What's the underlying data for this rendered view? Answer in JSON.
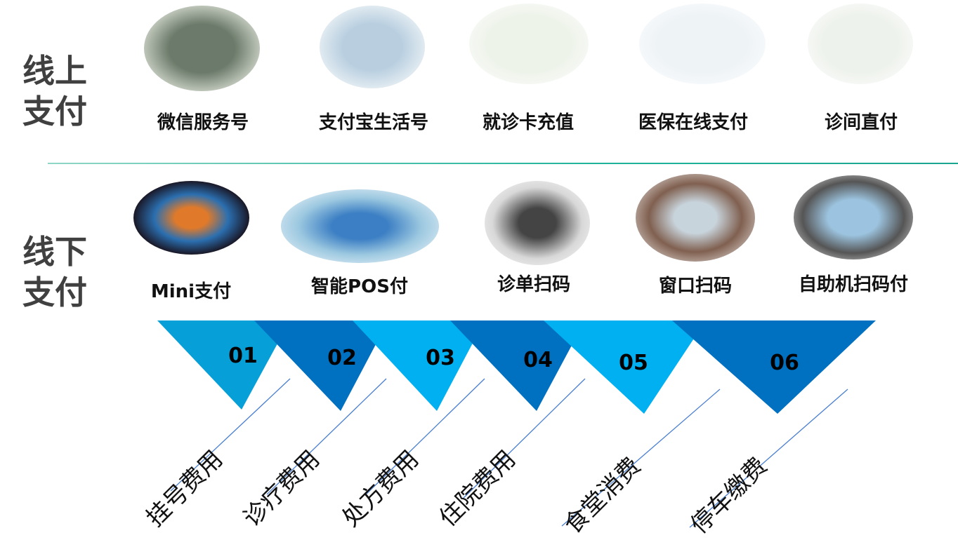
{
  "online": {
    "title": "线上支付",
    "items": [
      {
        "label": "微信服务号",
        "icon": "wechat-payment-photo"
      },
      {
        "label": "支付宝生活号",
        "icon": "alipay-photo"
      },
      {
        "label": "就诊卡充值",
        "icon": "card-recharge-screenshot"
      },
      {
        "label": "医保在线支付",
        "icon": "insurance-payment-screenshot"
      },
      {
        "label": "诊间直付",
        "icon": "clinic-direct-pay-screenshot"
      }
    ]
  },
  "offline": {
    "title": "线下支付",
    "items": [
      {
        "label": "Mini支付",
        "icon": "mini-tablet-photo"
      },
      {
        "label": "智能POS付",
        "icon": "pos-terminal-photo"
      },
      {
        "label": "诊单扫码",
        "icon": "bill-scan-photo"
      },
      {
        "label": "窗口扫码",
        "icon": "window-scan-photo"
      },
      {
        "label": "自助机扫码付",
        "icon": "kiosk-scan-photo"
      }
    ]
  },
  "steps": [
    {
      "num": "01",
      "label": "挂号费用",
      "color": "#069fd8"
    },
    {
      "num": "02",
      "label": "诊疗费用",
      "color": "#0070c0"
    },
    {
      "num": "03",
      "label": "处方费用",
      "color": "#00b0f0"
    },
    {
      "num": "04",
      "label": "住院费用",
      "color": "#0070c0"
    },
    {
      "num": "05",
      "label": "食堂消费",
      "color": "#00b0f0"
    },
    {
      "num": "06",
      "label": "停车缴费",
      "color": "#0070c0"
    }
  ]
}
